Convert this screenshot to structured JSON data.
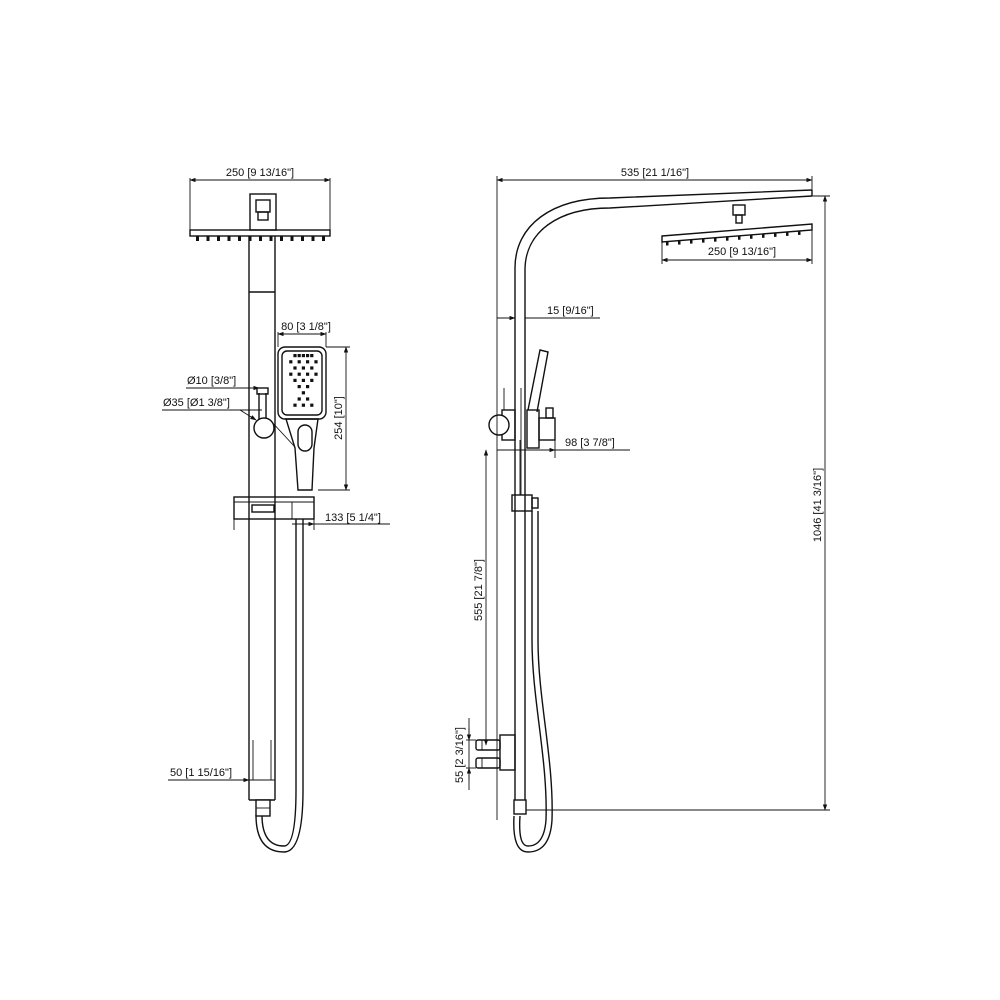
{
  "front_view": {
    "head_width": "250 [9 13/16\"]",
    "handshower_width": "80 [3 1/8\"]",
    "valve_inlet_dia": "Ø10 [3/8\"]",
    "valve_dia": "Ø35 [Ø1 3/8\"]",
    "handshower_length": "254 [10\"]",
    "shelf_width": "133 [5 1/4\"]",
    "rail_width": "50 [1 15/16\"]"
  },
  "side_view": {
    "total_reach": "535 [21 1/16\"]",
    "head_width": "250 [9 13/16\"]",
    "rail_offset": "15 [9/16\"]",
    "holder_depth": "98 [3 7/8\"]",
    "bracket_spacing": "555 [21 7/8\"]",
    "bracket_height": "55 [2 3/16\"]",
    "total_height": "1046 [41 3/16\"]"
  }
}
